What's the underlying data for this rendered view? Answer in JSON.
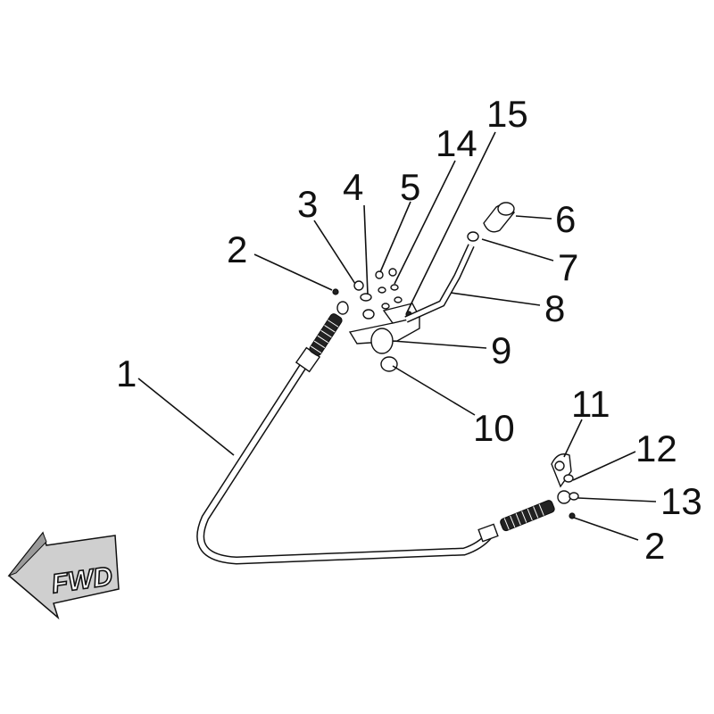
{
  "callouts": {
    "c1": "1",
    "c2a": "2",
    "c2b": "2",
    "c3": "3",
    "c4": "4",
    "c5": "5",
    "c6": "6",
    "c7": "7",
    "c8": "8",
    "c9": "9",
    "c10": "10",
    "c11": "11",
    "c12": "12",
    "c13": "13",
    "c14": "14",
    "c15": "15"
  },
  "direction_arrow": {
    "label": "FWD"
  }
}
